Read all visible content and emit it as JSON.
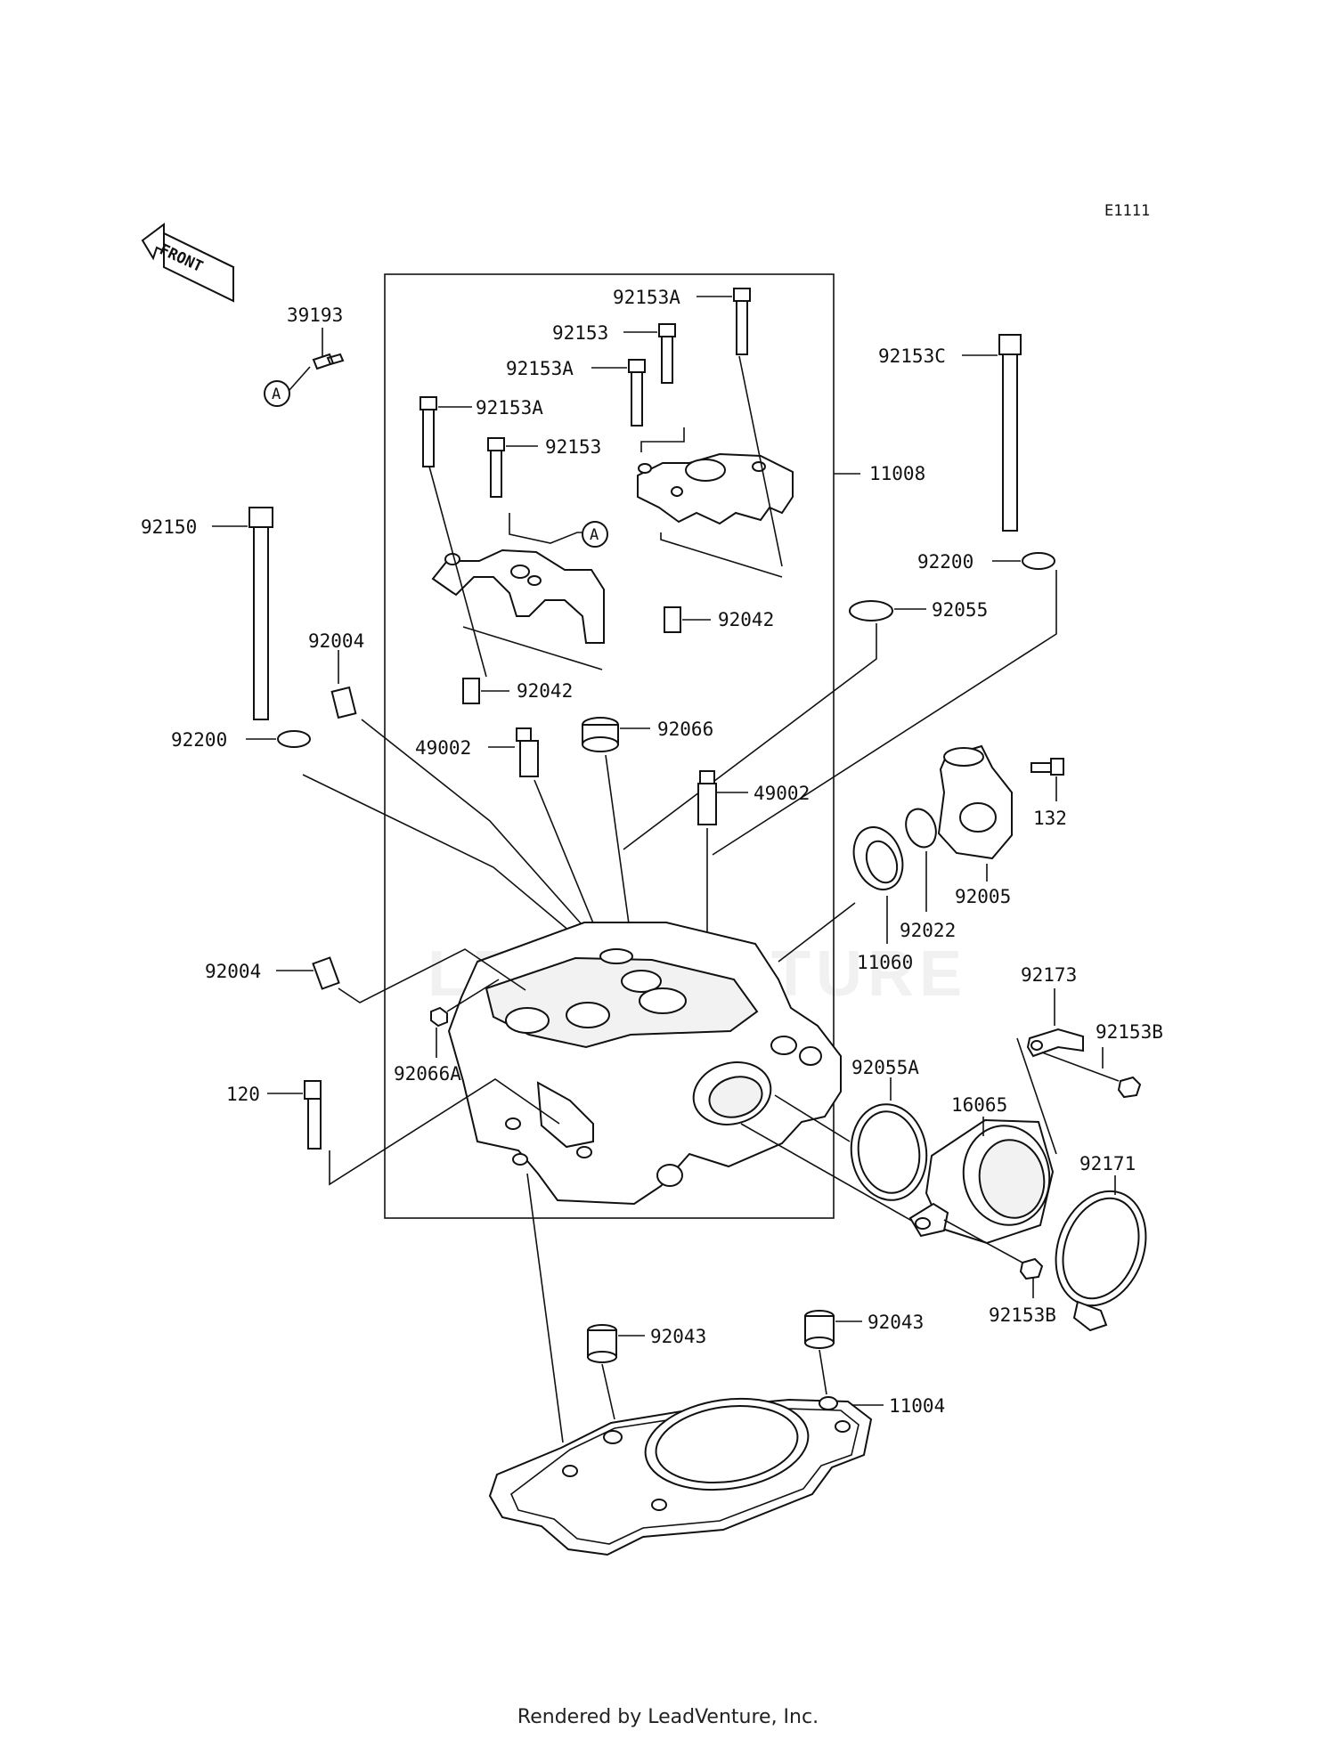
{
  "diagram": {
    "code": "E1111",
    "front_label": "FRONT",
    "callout_a": "A",
    "watermark": "LEADVENTURE",
    "footer": "Rendered by LeadVenture, Inc."
  },
  "labels": {
    "p39193": "39193",
    "p92153A_top": "92153A",
    "p92153_top": "92153",
    "p92153A_mid": "92153A",
    "p92153A_left": "92153A",
    "p92153_left": "92153",
    "p92153C": "92153C",
    "p11008": "11008",
    "p92150": "92150",
    "p92200_right": "92200",
    "p92042_right": "92042",
    "p92055": "92055",
    "p92004_top": "92004",
    "p92042_left": "92042",
    "p92066": "92066",
    "p92200_left": "92200",
    "p49002_left": "49002",
    "p49002_right": "49002",
    "p132": "132",
    "p92005": "92005",
    "p92022": "92022",
    "p11060": "11060",
    "p92004_low": "92004",
    "p92066A": "92066A",
    "p92173": "92173",
    "p92153B_top": "92153B",
    "p120": "120",
    "p92055A": "92055A",
    "p16065": "16065",
    "p92171": "92171",
    "p92153B_low": "92153B",
    "p92043_left": "92043",
    "p92043_right": "92043",
    "p11004": "11004"
  }
}
